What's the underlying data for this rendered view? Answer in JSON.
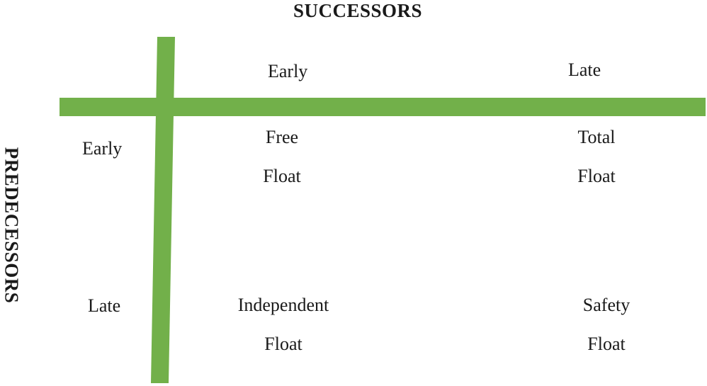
{
  "diagram": {
    "successors_title": "SUCCESSORS",
    "predecessors_title": "PREDECESSORS",
    "bar_color": "#72b04a",
    "columns": {
      "early": "Early",
      "late": "Late"
    },
    "rows": {
      "early": "Early",
      "late": "Late"
    },
    "cells": {
      "early_early": {
        "line1": "Free",
        "line2": "Float"
      },
      "early_late": {
        "line1": "Total",
        "line2": "Float"
      },
      "late_early": {
        "line1": "Independent",
        "line2": "Float"
      },
      "late_late": {
        "line1": "Safety",
        "line2": "Float"
      }
    }
  }
}
